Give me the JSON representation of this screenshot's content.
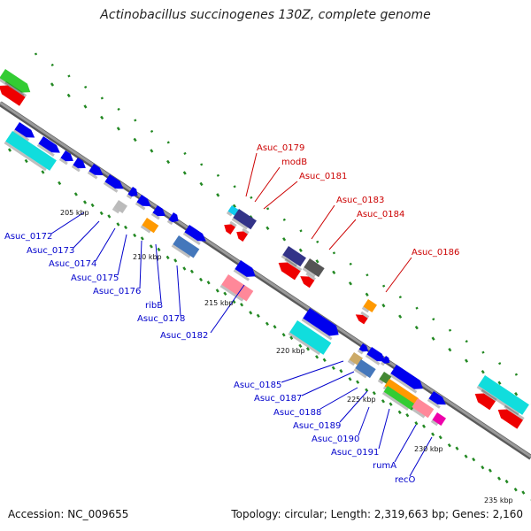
{
  "title": "Actinobacillus succinogenes 130Z, complete genome",
  "footer": {
    "accession": "Accession: NC_009655",
    "stats": "Topology: circular; Length: 2,319,663 bp; Genes: 2,160"
  },
  "ruler_labels": [
    "205 kbp",
    "210 kbp",
    "215 kbp",
    "220 kbp",
    "225 kbp",
    "230 kbp",
    "235 kbp"
  ],
  "blue_labels": [
    "Asuc_0172",
    "Asuc_0173",
    "Asuc_0174",
    "Asuc_0175",
    "Asuc_0176",
    "ribB",
    "Asuc_0178",
    "Asuc_0182",
    "Asuc_0185",
    "Asuc_0187",
    "Asuc_0188",
    "Asuc_0189",
    "Asuc_0190",
    "Asuc_0191",
    "rumA",
    "recO"
  ],
  "red_labels": [
    "Asuc_0179",
    "modB",
    "Asuc_0181",
    "Asuc_0183",
    "Asuc_0184",
    "Asuc_0186"
  ],
  "colors": {
    "backbone": "#8a8a8a",
    "forward_gene": "#0000ee",
    "reverse_gene": "#ee0000",
    "rna_gene": "#33cc33",
    "cyan_feature": "#11dddd",
    "blue_label": "#0000cc",
    "red_label": "#cc0000",
    "gc_dots": "#228822"
  }
}
